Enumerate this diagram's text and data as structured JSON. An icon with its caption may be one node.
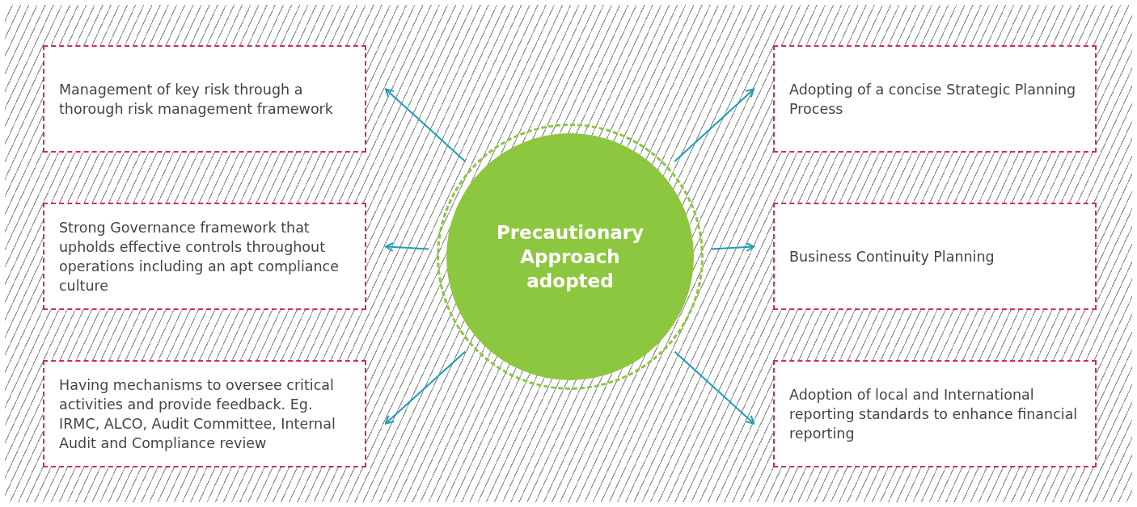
{
  "diagram": {
    "nodes": [
      {
        "text": [
          "Management of key risk through a thorough risk management framework"
        ]
      },
      {
        "text": [
          "Adopting of a concise Strategic Planning Process"
        ]
      },
      {
        "text": [
          "Strong Governance framework that upholds effective controls throughout operations including an apt compliance culture"
        ]
      },
      {
        "text": [
          "Precautionary Approach adopted"
        ]
      },
      {
        "text": [
          "Business Continuity Planning"
        ]
      },
      {
        "text": [
          "Having mechanisms to oversee critical activities and provide feedback. Eg.  IRMC, ALCO, Audit Committee, Internal Audit and Compliance review"
        ]
      },
      {
        "text": [
          "Adoption of local and International reporting standards to enhance financial reporting"
        ]
      }
    ],
    "edges": [
      {
        "from": 3,
        "to": 0,
        "arrow": "to"
      },
      {
        "from": 3,
        "to": 1,
        "arrow": "to"
      },
      {
        "from": 3,
        "to": 2,
        "arrow": "to"
      },
      {
        "from": 3,
        "to": 4,
        "arrow": "to"
      },
      {
        "from": 3,
        "to": 5,
        "arrow": "to"
      },
      {
        "from": 3,
        "to": 6,
        "arrow": "to"
      }
    ]
  }
}
